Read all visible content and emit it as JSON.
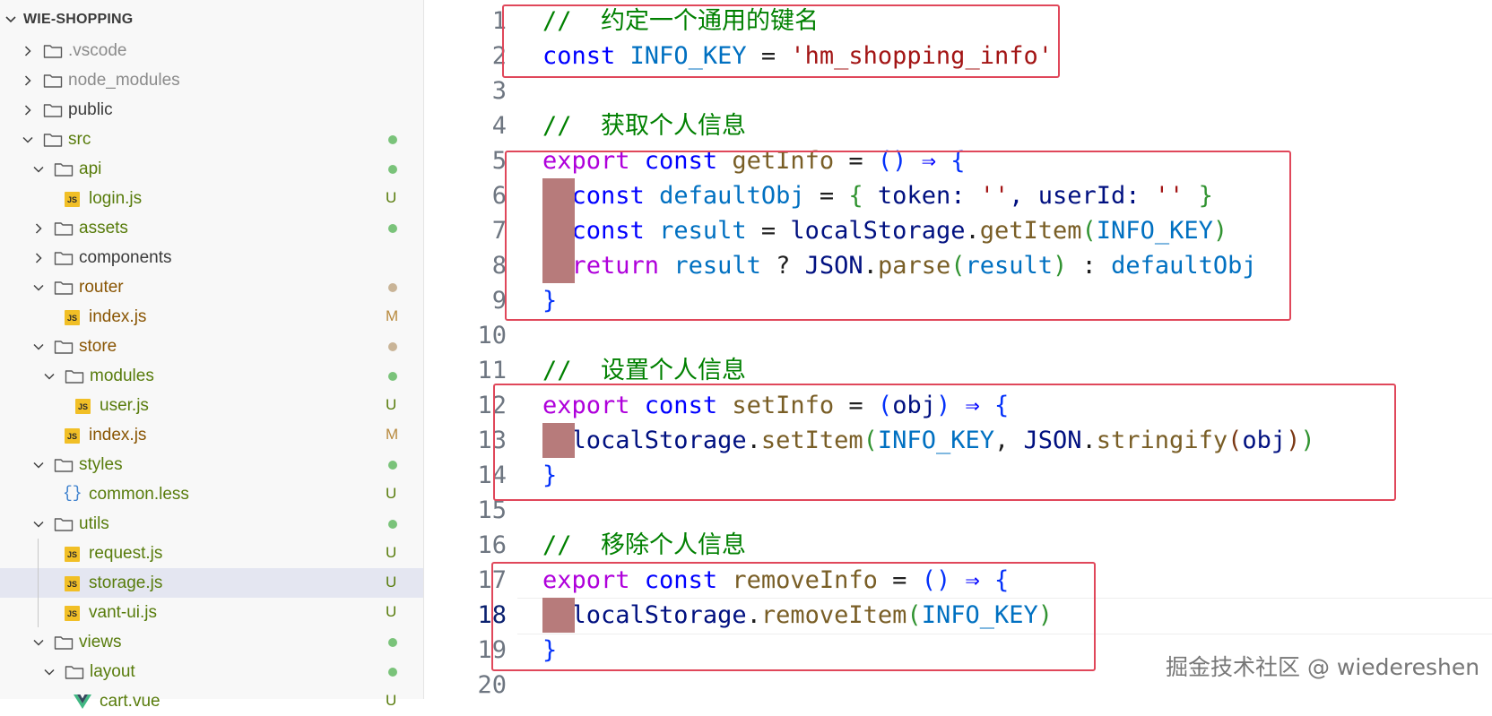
{
  "explorer": {
    "title": "WIE-SHOPPING",
    "items": [
      {
        "label": ".vscode",
        "kind": "folder",
        "depth": 0,
        "expanded": false,
        "color": "#8b8b8b",
        "badge": "",
        "dot": ""
      },
      {
        "label": "node_modules",
        "kind": "folder",
        "depth": 0,
        "expanded": false,
        "color": "#8b8b8b",
        "badge": "",
        "dot": ""
      },
      {
        "label": "public",
        "kind": "folder",
        "depth": 0,
        "expanded": false,
        "color": "#3b3b3b",
        "badge": "",
        "dot": ""
      },
      {
        "label": "src",
        "kind": "folder",
        "depth": 0,
        "expanded": true,
        "color": "#587c0c",
        "badge": "",
        "dot": "#7ac37a"
      },
      {
        "label": "api",
        "kind": "folder",
        "depth": 1,
        "expanded": true,
        "color": "#587c0c",
        "badge": "",
        "dot": "#7ac37a"
      },
      {
        "label": "login.js",
        "kind": "js",
        "depth": 2,
        "color": "#587c0c",
        "badge": "U",
        "badgeColor": "#587c0c",
        "dot": ""
      },
      {
        "label": "assets",
        "kind": "folder",
        "depth": 1,
        "expanded": false,
        "color": "#587c0c",
        "badge": "",
        "dot": "#7ac37a"
      },
      {
        "label": "components",
        "kind": "folder",
        "depth": 1,
        "expanded": false,
        "color": "#3b3b3b",
        "badge": "",
        "dot": ""
      },
      {
        "label": "router",
        "kind": "folder",
        "depth": 1,
        "expanded": true,
        "color": "#895503",
        "badge": "",
        "dot": "#c9b497"
      },
      {
        "label": "index.js",
        "kind": "js",
        "depth": 2,
        "color": "#895503",
        "badge": "M",
        "badgeColor": "#b88a3e",
        "dot": ""
      },
      {
        "label": "store",
        "kind": "folder",
        "depth": 1,
        "expanded": true,
        "color": "#895503",
        "badge": "",
        "dot": "#c9b497"
      },
      {
        "label": "modules",
        "kind": "folder",
        "depth": 2,
        "expanded": true,
        "color": "#587c0c",
        "badge": "",
        "dot": "#7ac37a"
      },
      {
        "label": "user.js",
        "kind": "js",
        "depth": 3,
        "color": "#587c0c",
        "badge": "U",
        "badgeColor": "#587c0c",
        "dot": ""
      },
      {
        "label": "index.js",
        "kind": "js",
        "depth": 2,
        "color": "#895503",
        "badge": "M",
        "badgeColor": "#b88a3e",
        "dot": ""
      },
      {
        "label": "styles",
        "kind": "folder",
        "depth": 1,
        "expanded": true,
        "color": "#587c0c",
        "badge": "",
        "dot": "#7ac37a"
      },
      {
        "label": "common.less",
        "kind": "less",
        "depth": 2,
        "color": "#587c0c",
        "badge": "U",
        "badgeColor": "#587c0c",
        "dot": ""
      },
      {
        "label": "utils",
        "kind": "folder",
        "depth": 1,
        "expanded": true,
        "color": "#587c0c",
        "badge": "",
        "dot": "#7ac37a"
      },
      {
        "label": "request.js",
        "kind": "js",
        "depth": 2,
        "color": "#587c0c",
        "badge": "U",
        "badgeColor": "#587c0c",
        "dot": ""
      },
      {
        "label": "storage.js",
        "kind": "js",
        "depth": 2,
        "color": "#587c0c",
        "badge": "U",
        "badgeColor": "#587c0c",
        "dot": "",
        "selected": true
      },
      {
        "label": "vant-ui.js",
        "kind": "js",
        "depth": 2,
        "color": "#587c0c",
        "badge": "U",
        "badgeColor": "#587c0c",
        "dot": ""
      },
      {
        "label": "views",
        "kind": "folder",
        "depth": 1,
        "expanded": true,
        "color": "#587c0c",
        "badge": "",
        "dot": "#7ac37a"
      },
      {
        "label": "layout",
        "kind": "folder",
        "depth": 2,
        "expanded": true,
        "color": "#587c0c",
        "badge": "",
        "dot": "#7ac37a"
      },
      {
        "label": "cart.vue",
        "kind": "vue",
        "depth": 3,
        "color": "#587c0c",
        "badge": "U",
        "badgeColor": "#587c0c",
        "dot": ""
      }
    ]
  },
  "editor": {
    "active_line": 18,
    "line_numbers": [
      "1",
      "2",
      "3",
      "4",
      "5",
      "6",
      "7",
      "8",
      "9",
      "10",
      "11",
      "12",
      "13",
      "14",
      "15",
      "16",
      "17",
      "18",
      "19",
      "20"
    ],
    "lines": [
      [
        {
          "t": "//  约定一个通用的键名",
          "c": "cm"
        }
      ],
      [
        {
          "t": "const ",
          "c": "kw"
        },
        {
          "t": "INFO_KEY",
          "c": "var"
        },
        {
          "t": " = ",
          "c": "op"
        },
        {
          "t": "'hm_shopping_info'",
          "c": "str"
        }
      ],
      [],
      [
        {
          "t": "//  获取个人信息",
          "c": "cm"
        }
      ],
      [
        {
          "t": "export ",
          "c": "ex"
        },
        {
          "t": "const ",
          "c": "kw"
        },
        {
          "t": "getInfo",
          "c": "fn"
        },
        {
          "t": " = ",
          "c": "op"
        },
        {
          "t": "()",
          "c": "b1"
        },
        {
          "t": " ⇒ ",
          "c": "kw"
        },
        {
          "t": "{",
          "c": "b1"
        }
      ],
      [
        {
          "t": "  ",
          "c": "ws"
        },
        {
          "t": "const ",
          "c": "kw"
        },
        {
          "t": "defaultObj",
          "c": "var"
        },
        {
          "t": " = ",
          "c": "op"
        },
        {
          "t": "{",
          "c": "b2"
        },
        {
          "t": " token: ",
          "c": "prop"
        },
        {
          "t": "''",
          "c": "str"
        },
        {
          "t": ", userId: ",
          "c": "prop"
        },
        {
          "t": "''",
          "c": "str"
        },
        {
          "t": " }",
          "c": "b2"
        }
      ],
      [
        {
          "t": "  ",
          "c": "ws"
        },
        {
          "t": "const ",
          "c": "kw"
        },
        {
          "t": "result",
          "c": "var"
        },
        {
          "t": " = ",
          "c": "op"
        },
        {
          "t": "localStorage",
          "c": "prop"
        },
        {
          "t": ".",
          "c": "op"
        },
        {
          "t": "getItem",
          "c": "fn"
        },
        {
          "t": "(",
          "c": "b2"
        },
        {
          "t": "INFO_KEY",
          "c": "var"
        },
        {
          "t": ")",
          "c": "b2"
        }
      ],
      [
        {
          "t": "  ",
          "c": "ws"
        },
        {
          "t": "return ",
          "c": "ex"
        },
        {
          "t": "result",
          "c": "var"
        },
        {
          "t": " ? ",
          "c": "op"
        },
        {
          "t": "JSON",
          "c": "prop"
        },
        {
          "t": ".",
          "c": "op"
        },
        {
          "t": "parse",
          "c": "fn"
        },
        {
          "t": "(",
          "c": "b2"
        },
        {
          "t": "result",
          "c": "var"
        },
        {
          "t": ")",
          "c": "b2"
        },
        {
          "t": " : ",
          "c": "op"
        },
        {
          "t": "defaultObj",
          "c": "var"
        }
      ],
      [
        {
          "t": "}",
          "c": "b1"
        }
      ],
      [],
      [
        {
          "t": "//  设置个人信息",
          "c": "cm"
        }
      ],
      [
        {
          "t": "export ",
          "c": "ex"
        },
        {
          "t": "const ",
          "c": "kw"
        },
        {
          "t": "setInfo",
          "c": "fn"
        },
        {
          "t": " = ",
          "c": "op"
        },
        {
          "t": "(",
          "c": "b1"
        },
        {
          "t": "obj",
          "c": "prop"
        },
        {
          "t": ")",
          "c": "b1"
        },
        {
          "t": " ⇒ ",
          "c": "kw"
        },
        {
          "t": "{",
          "c": "b1"
        }
      ],
      [
        {
          "t": "  ",
          "c": "ws"
        },
        {
          "t": "localStorage",
          "c": "prop"
        },
        {
          "t": ".",
          "c": "op"
        },
        {
          "t": "setItem",
          "c": "fn"
        },
        {
          "t": "(",
          "c": "b2"
        },
        {
          "t": "INFO_KEY",
          "c": "var"
        },
        {
          "t": ", ",
          "c": "op"
        },
        {
          "t": "JSON",
          "c": "prop"
        },
        {
          "t": ".",
          "c": "op"
        },
        {
          "t": "stringify",
          "c": "fn"
        },
        {
          "t": "(",
          "c": "b3"
        },
        {
          "t": "obj",
          "c": "prop"
        },
        {
          "t": ")",
          "c": "b3"
        },
        {
          "t": ")",
          "c": "b2"
        }
      ],
      [
        {
          "t": "}",
          "c": "b1"
        }
      ],
      [],
      [
        {
          "t": "//  移除个人信息",
          "c": "cm"
        }
      ],
      [
        {
          "t": "export ",
          "c": "ex"
        },
        {
          "t": "const ",
          "c": "kw"
        },
        {
          "t": "removeInfo",
          "c": "fn"
        },
        {
          "t": " = ",
          "c": "op"
        },
        {
          "t": "()",
          "c": "b1"
        },
        {
          "t": " ⇒ ",
          "c": "kw"
        },
        {
          "t": "{",
          "c": "b1"
        }
      ],
      [
        {
          "t": "  ",
          "c": "ws"
        },
        {
          "t": "localStorage",
          "c": "prop"
        },
        {
          "t": ".",
          "c": "op"
        },
        {
          "t": "removeItem",
          "c": "fn"
        },
        {
          "t": "(",
          "c": "b2"
        },
        {
          "t": "INFO_KEY",
          "c": "var"
        },
        {
          "t": ")",
          "c": "b2"
        }
      ],
      [
        {
          "t": "}",
          "c": "b1"
        }
      ],
      []
    ]
  },
  "watermark": "掘金技术社区 @ wiedereshen",
  "colors": {
    "highlight_box": "#e0475a",
    "indent_marker": "#b77b7b",
    "selected_row": "#e4e6f1"
  }
}
